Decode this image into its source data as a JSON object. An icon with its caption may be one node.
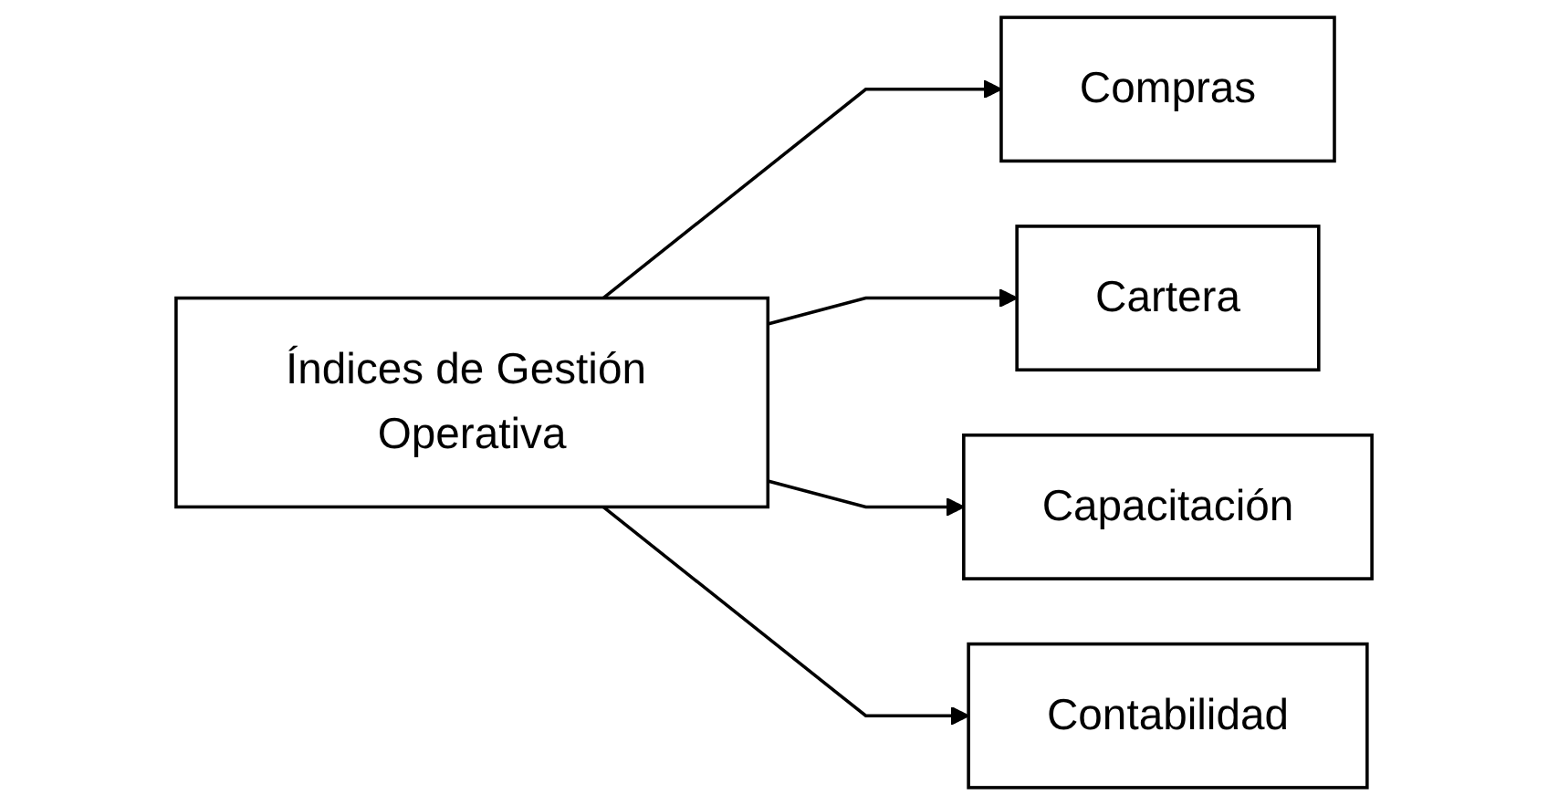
{
  "diagram": {
    "nodes": [
      {
        "text": [
          "Índices de Gestión Operativa"
        ]
      },
      {
        "text": [
          "Compras"
        ]
      },
      {
        "text": [
          "Cartera"
        ]
      },
      {
        "text": [
          "Capacitación"
        ]
      },
      {
        "text": [
          "Contabilidad"
        ]
      }
    ],
    "edges": [
      {
        "from": 0,
        "to": 1,
        "arrow": "to"
      },
      {
        "from": 0,
        "to": 2,
        "arrow": "to"
      },
      {
        "from": 0,
        "to": 3,
        "arrow": "to"
      },
      {
        "from": 0,
        "to": 4,
        "arrow": "to"
      }
    ]
  }
}
